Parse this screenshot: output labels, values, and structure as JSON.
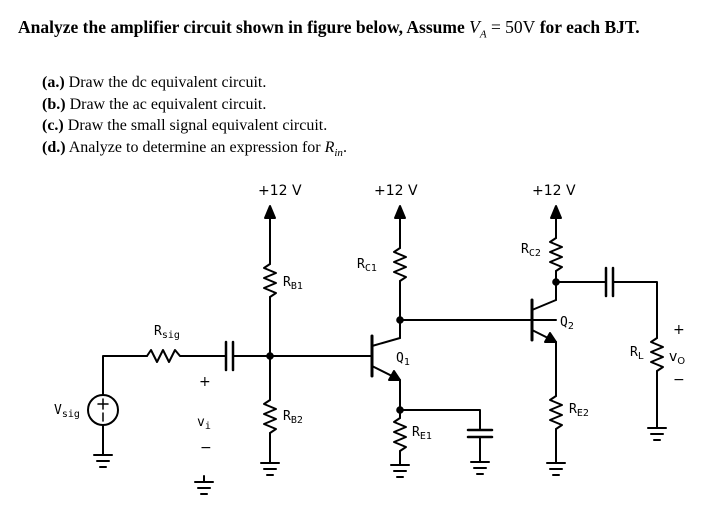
{
  "heading": {
    "lead": "Analyze the amplifier circuit shown in figure below, Assume ",
    "va_symbol": "V",
    "va_sub": "A",
    "va_value": " = 50V",
    "tail": " for each BJT."
  },
  "tasks": [
    {
      "tag": "(a.)",
      "text": "Draw the dc equivalent circuit."
    },
    {
      "tag": "(b.)",
      "text": "Draw the ac equivalent circuit."
    },
    {
      "tag": "(c.)",
      "text": "Draw the small signal equivalent circuit."
    },
    {
      "tag": "(d.)",
      "text": "Analyze to determine an expression for ",
      "math": "R",
      "math_sub": "in",
      "after": "."
    }
  ],
  "circuit": {
    "supply_labels": [
      "+12 V",
      "+12 V",
      "+12 V"
    ],
    "rb1": {
      "main": "R",
      "sub": "B1"
    },
    "rb2": {
      "main": "R",
      "sub": "B2"
    },
    "rc1": {
      "main": "R",
      "sub": "C1"
    },
    "rc2": {
      "main": "R",
      "sub": "C2"
    },
    "re1": {
      "main": "R",
      "sub": "E1"
    },
    "re2": {
      "main": "R",
      "sub": "E2"
    },
    "rl": {
      "main": "R",
      "sub": "L"
    },
    "q1": {
      "main": "Q",
      "sub": "1"
    },
    "q2": {
      "main": "Q",
      "sub": "2"
    },
    "rsig": {
      "main": "R",
      "sub": "sig"
    },
    "vsig": {
      "main": "V",
      "sub": "sig"
    },
    "vi": {
      "main": "v",
      "sub": "i"
    },
    "vo": {
      "main": "v",
      "sub": "O"
    },
    "plus": "+",
    "minus": "−"
  },
  "colors": {
    "ink": "#000000",
    "background": "#ffffff"
  }
}
